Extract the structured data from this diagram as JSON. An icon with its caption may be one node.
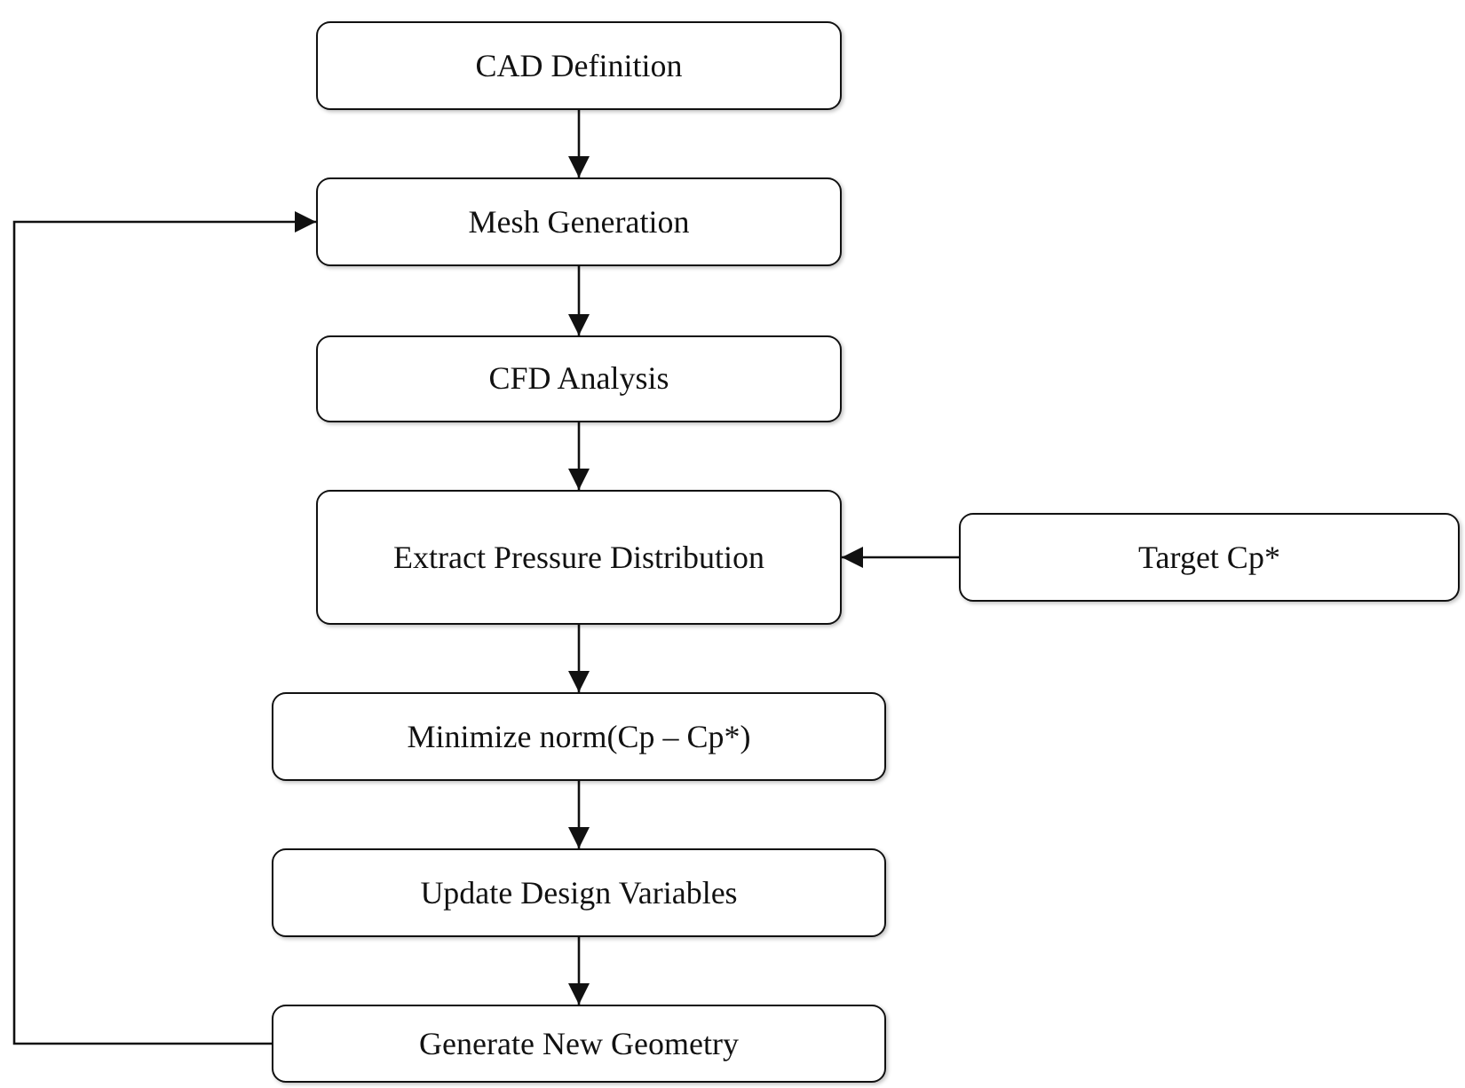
{
  "diagram": {
    "nodes": [
      {
        "text": [
          "CAD Definition"
        ]
      },
      {
        "text": [
          "Mesh Generation"
        ]
      },
      {
        "text": [
          "CFD Analysis"
        ]
      },
      {
        "text": [
          "Extract Pressure Distribution"
        ]
      },
      {
        "text": [
          "Target Cp*"
        ]
      },
      {
        "text": [
          "Minimize norm(Cp – Cp*)"
        ]
      },
      {
        "text": [
          "Update Design Variables"
        ]
      },
      {
        "text": [
          "Generate New Geometry"
        ]
      }
    ],
    "edges": [
      {
        "from": 0,
        "to": 1,
        "arrow": "to"
      },
      {
        "from": 1,
        "to": 2,
        "arrow": "to"
      },
      {
        "from": 2,
        "to": 3,
        "arrow": "to"
      },
      {
        "from": 4,
        "to": 3,
        "arrow": "to"
      },
      {
        "from": 3,
        "to": 5,
        "arrow": "to"
      },
      {
        "from": 5,
        "to": 6,
        "arrow": "to"
      },
      {
        "from": 6,
        "to": 7,
        "arrow": "to"
      },
      {
        "from": 7,
        "to": 1,
        "arrow": "to"
      }
    ]
  }
}
